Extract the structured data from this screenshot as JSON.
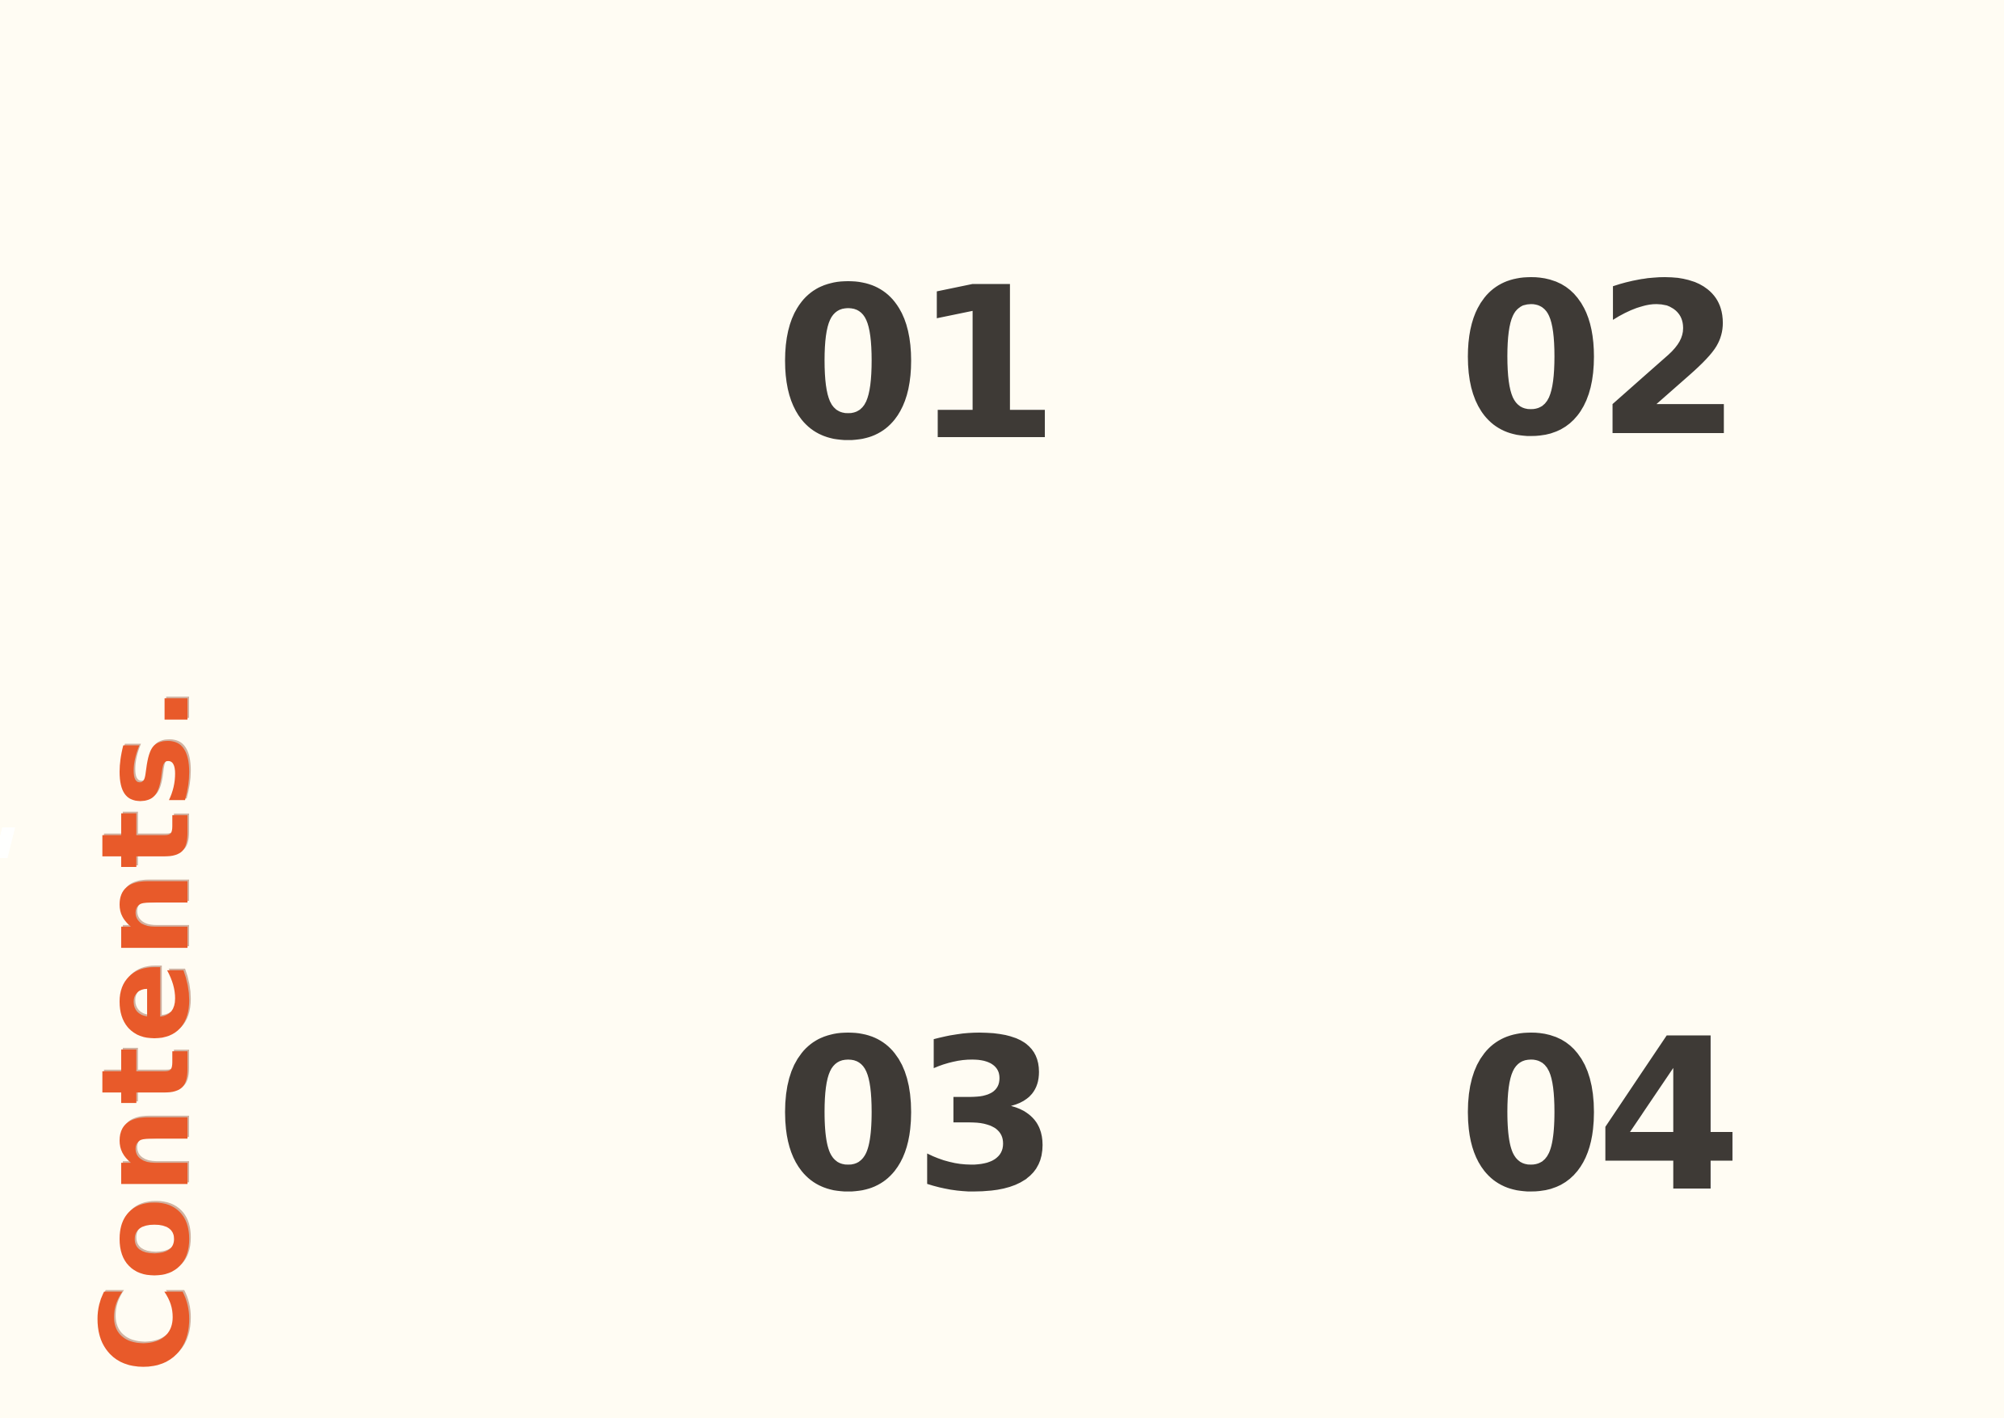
{
  "heading": {
    "text": "Contents.",
    "color": "#e85a2a"
  },
  "sections": [
    {
      "number": "01"
    },
    {
      "number": "02"
    },
    {
      "number": "03"
    },
    {
      "number": "04"
    }
  ],
  "colors": {
    "background": "#fffcf3",
    "number_text": "#3e3a36"
  }
}
